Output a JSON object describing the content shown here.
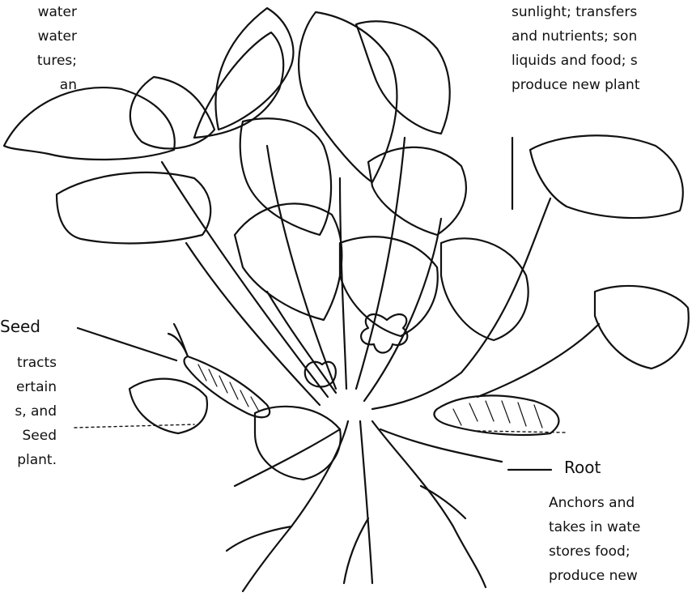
{
  "labels": {
    "top_left_lines": [
      "water",
      "water",
      "tures;",
      "an"
    ],
    "top_right_lines": [
      "sunlight; transfers",
      "and nutrients; son",
      "liquids and food; s",
      "produce new plant"
    ],
    "seed": {
      "heading": "Seed",
      "lines": [
        "tracts",
        "ertain",
        "s, and",
        "Seed",
        "plant."
      ]
    },
    "root": {
      "heading": "Root",
      "lines": [
        "Anchors and",
        "takes in wate",
        "stores food;",
        "produce new"
      ]
    }
  },
  "colors": {
    "ink": "#111111",
    "background": "#ffffff"
  }
}
